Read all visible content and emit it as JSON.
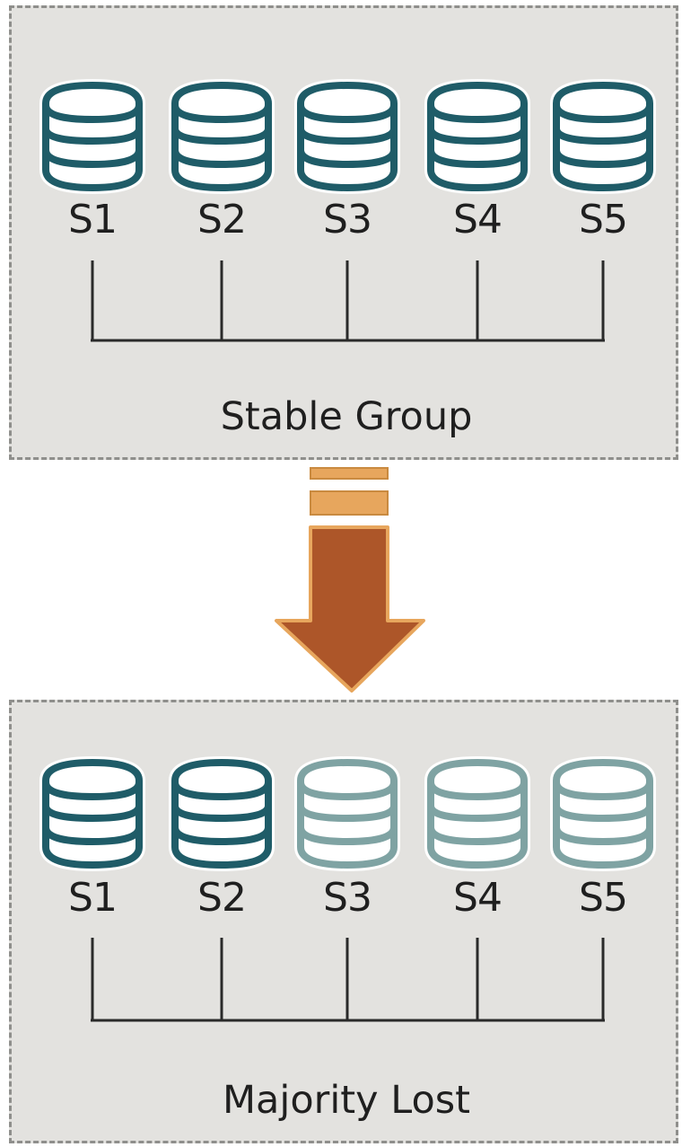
{
  "colors": {
    "active_server": "#1f5c68",
    "lost_server": "#7fa3a3",
    "box_fill": "#e3e2df",
    "box_border": "#8f8f8c",
    "arrow_fill": "#ad5629",
    "arrow_bars": "#e7a65d"
  },
  "groups": [
    {
      "caption": "Stable Group",
      "servers": [
        {
          "label": "S1",
          "state": "active"
        },
        {
          "label": "S2",
          "state": "active"
        },
        {
          "label": "S3",
          "state": "active"
        },
        {
          "label": "S4",
          "state": "active"
        },
        {
          "label": "S5",
          "state": "active"
        }
      ]
    },
    {
      "caption": "Majority Lost",
      "servers": [
        {
          "label": "S1",
          "state": "active"
        },
        {
          "label": "S2",
          "state": "active"
        },
        {
          "label": "S3",
          "state": "lost"
        },
        {
          "label": "S4",
          "state": "lost"
        },
        {
          "label": "S5",
          "state": "lost"
        }
      ]
    }
  ],
  "transition_icon": "down-arrow-icon"
}
